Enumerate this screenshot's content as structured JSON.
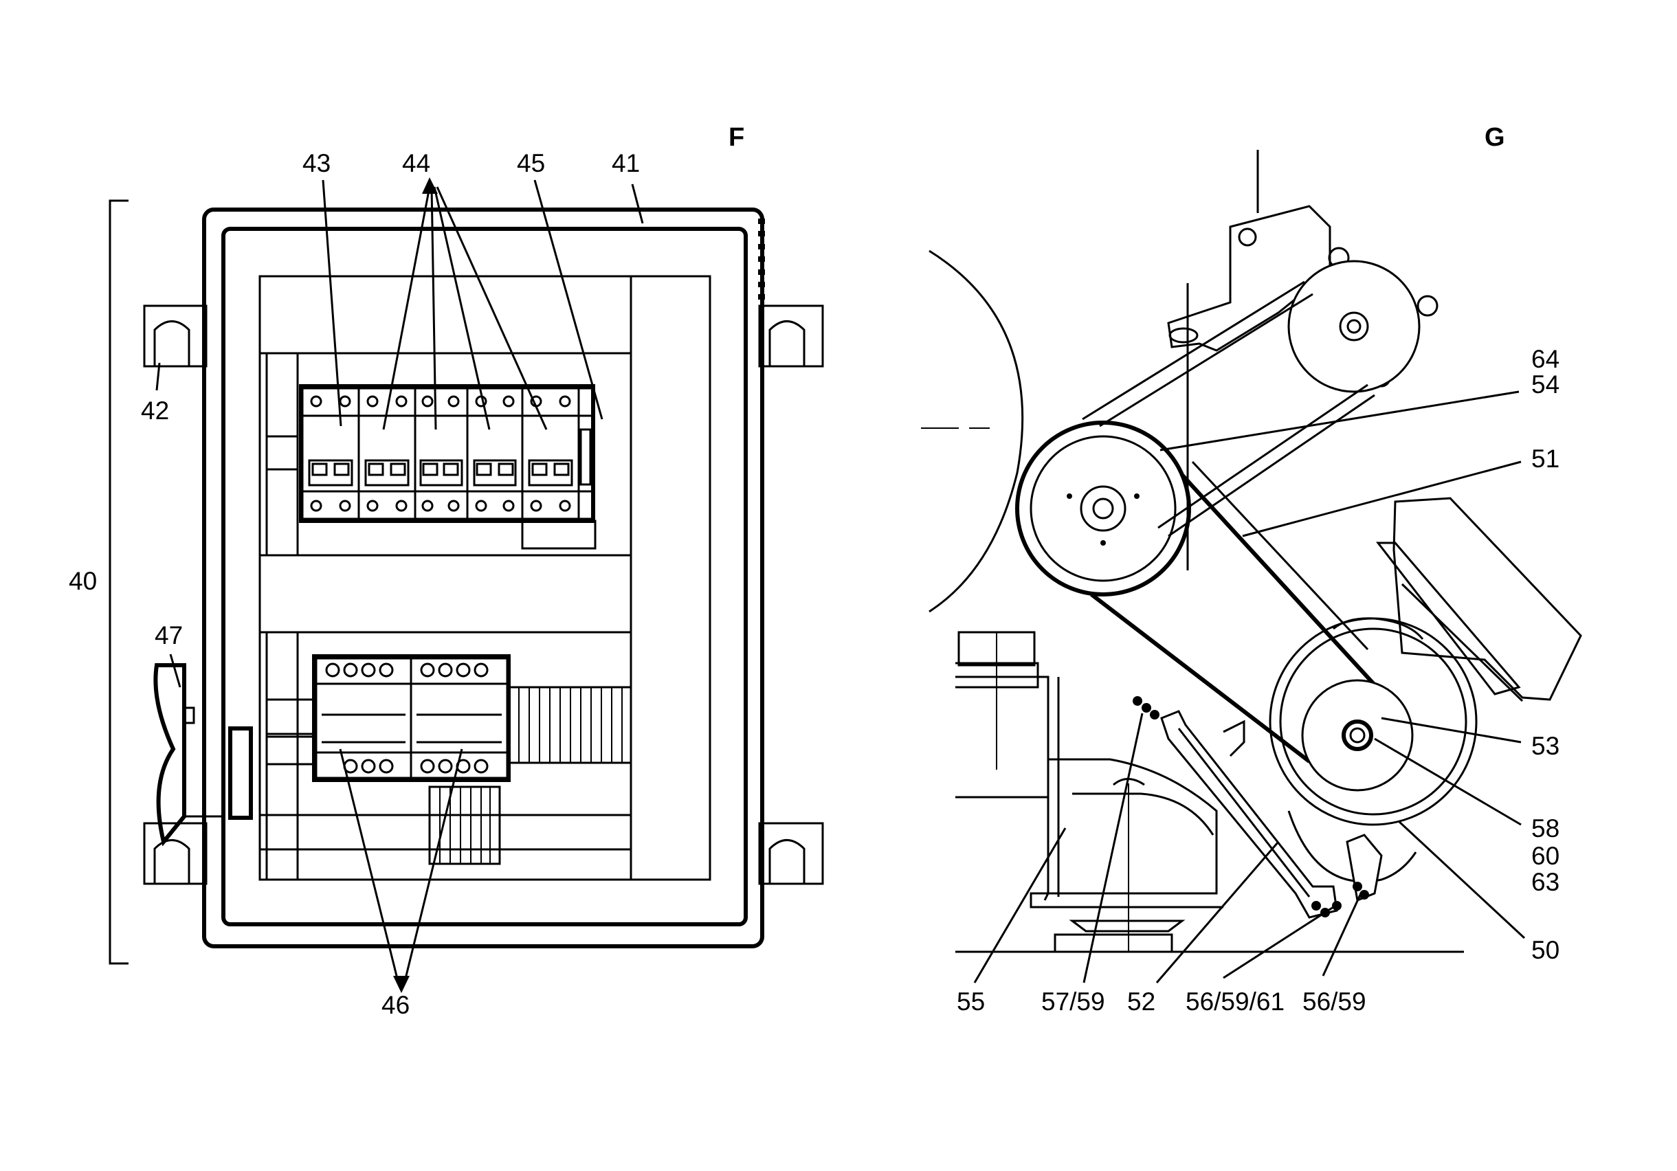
{
  "panels": {
    "left_letter": "F",
    "right_letter": "G"
  },
  "callouts": {
    "c40": "40",
    "c41": "41",
    "c42": "42",
    "c43": "43",
    "c44": "44",
    "c45": "45",
    "c46": "46",
    "c47": "47",
    "c50": "50",
    "c51": "51",
    "c52": "52",
    "c53": "53",
    "c54": "54",
    "c55": "55",
    "c56_59": "56/59",
    "c56_59_61": "56/59/61",
    "c57_59": "57/59",
    "c58": "58",
    "c60": "60",
    "c63": "63",
    "c64": "64"
  }
}
